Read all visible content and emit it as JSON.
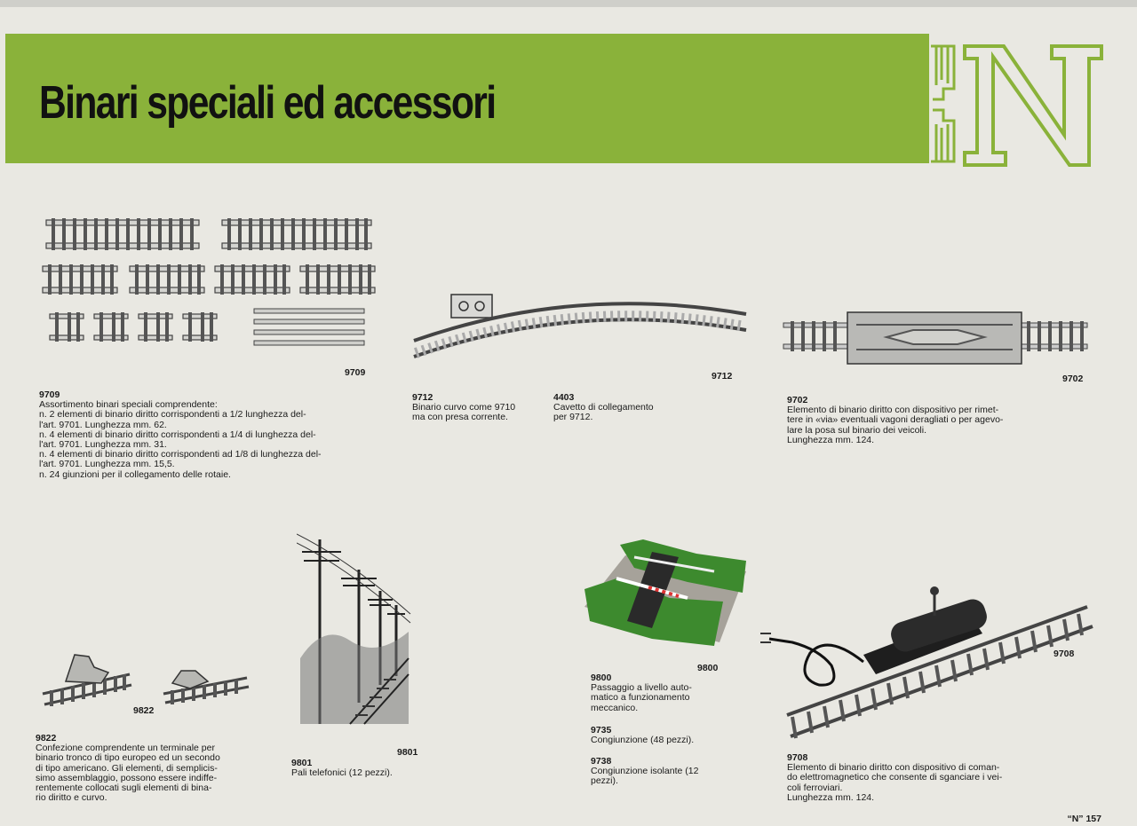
{
  "header": {
    "title": "Binari speciali ed accessori",
    "logo_letter": "N"
  },
  "items": {
    "i9709": {
      "label": "9709",
      "code": "9709",
      "text": "Assortimento binari speciali comprendente:\nn. 2 elementi di binario diritto corrispondenti a 1/2 lunghezza del-\nl'art. 9701. Lunghezza mm. 62.\nn. 4 elementi di binario diritto corrispondenti a 1/4 di lunghezza del-\nl'art. 9701. Lunghezza mm. 31.\nn. 4 elementi di binario diritto corrispondenti ad 1/8 di lunghezza del-\nl'art. 9701. Lunghezza mm. 15,5.\nn. 24 giunzioni per il collegamento delle rotaie."
    },
    "i9712": {
      "label": "9712",
      "code": "9712",
      "text": "Binario curvo come 9710\nma con presa corrente."
    },
    "i4403": {
      "code": "4403",
      "text": "Cavetto di collegamento\nper 9712."
    },
    "i9702": {
      "label": "9702",
      "code": "9702",
      "text": "Elemento di binario diritto con dispositivo per rimet-\ntere in «via» eventuali vagoni deragliati o per agevo-\nlare la posa sul binario dei veicoli.\nLunghezza mm. 124."
    },
    "i9822": {
      "label": "9822",
      "code": "9822",
      "text": "Confezione comprendente un terminale per\nbinario tronco di tipo europeo ed un secondo\ndi tipo americano. Gli elementi, di semplicis-\nsimo assemblaggio, possono essere indiffe-\nrentemente collocati sugli elementi di bina-\nrio diritto e curvo."
    },
    "i9801": {
      "label": "9801",
      "code": "9801",
      "text": "Pali telefonici (12 pezzi)."
    },
    "i9800": {
      "label": "9800",
      "code": "9800",
      "text": "Passaggio a livello auto-\nmatico a funzionamento\nmeccanico."
    },
    "i9735": {
      "code": "9735",
      "text": "Congiunzione (48 pezzi)."
    },
    "i9738": {
      "code": "9738",
      "text": "Congiunzione isolante (12\npezzi)."
    },
    "i9708": {
      "label": "9708",
      "code": "9708",
      "text": "Elemento di binario diritto con dispositivo di coman-\ndo elettromagnetico che consente di sganciare i vei-\ncoli ferroviari.\nLunghezza mm. 124."
    }
  },
  "footer": {
    "page": "“N” 157"
  }
}
